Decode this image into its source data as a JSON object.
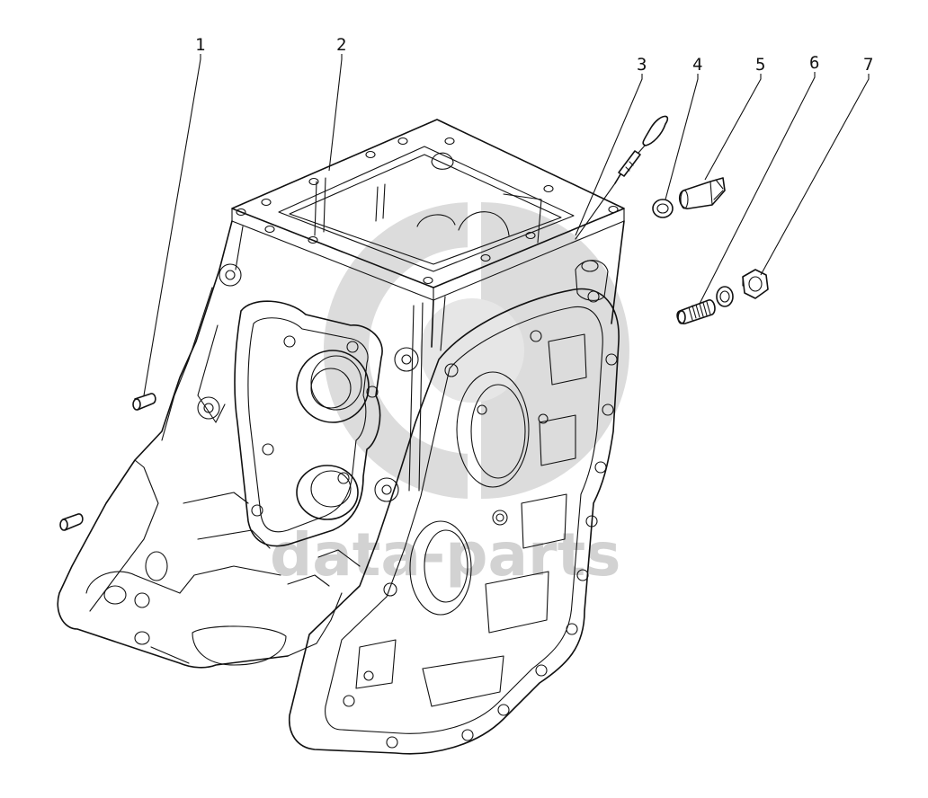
{
  "callouts": [
    {
      "id": "1",
      "label": "1"
    },
    {
      "id": "2",
      "label": "2"
    },
    {
      "id": "3",
      "label": "3"
    },
    {
      "id": "4",
      "label": "4"
    },
    {
      "id": "5",
      "label": "5"
    },
    {
      "id": "6",
      "label": "6"
    },
    {
      "id": "7",
      "label": "7"
    }
  ],
  "watermark": {
    "text": "data-parts",
    "color": "#d2d2d2"
  },
  "colors": {
    "line": "#111111",
    "background": "#ffffff"
  }
}
